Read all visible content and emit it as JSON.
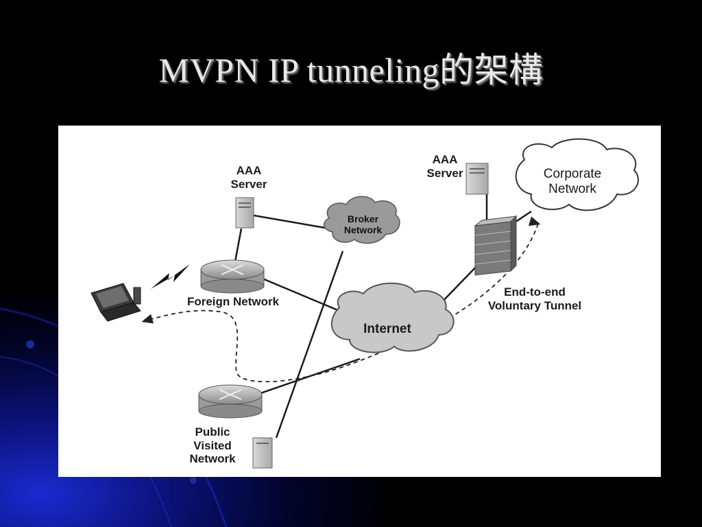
{
  "slide": {
    "title": "MVPN IP tunneling的架構"
  },
  "diagram": {
    "nodes": {
      "aaa_left": "AAA\nServer",
      "aaa_right": "AAA\nServer",
      "broker": "Broker\nNetwork",
      "corporate": "Corporate\nNetwork",
      "foreign": "Foreign Network",
      "internet": "Internet",
      "tunnel": "End-to-end\nVoluntary Tunnel",
      "public": "Public\nVisited\nNetwork"
    }
  }
}
